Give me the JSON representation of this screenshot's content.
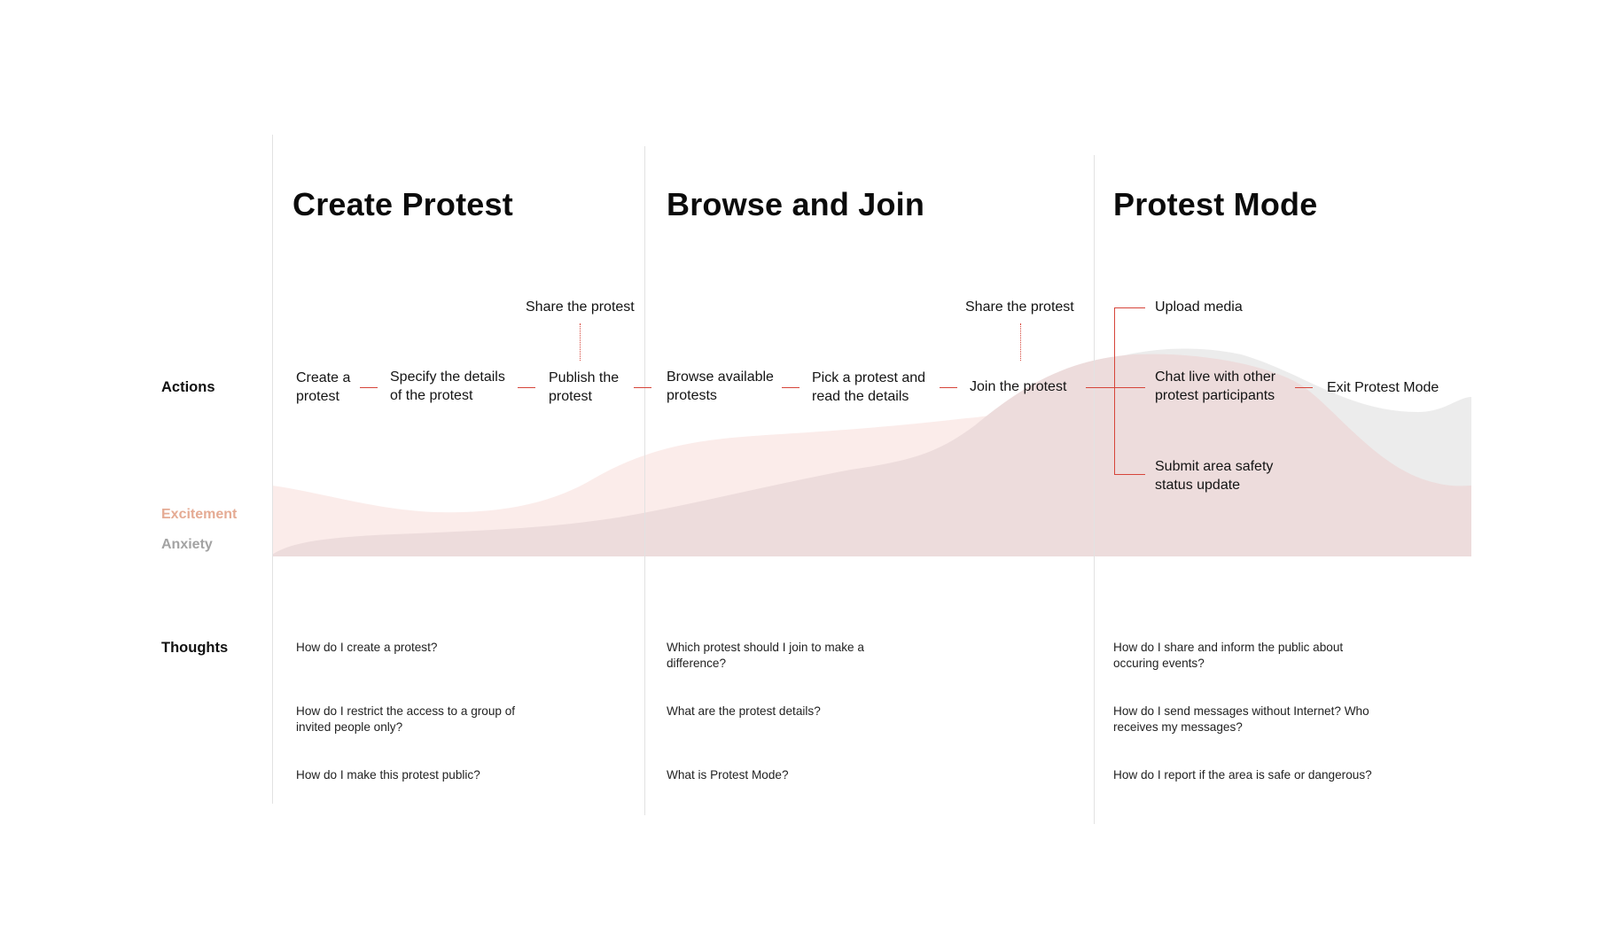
{
  "colors": {
    "excitement": "#e5ab94",
    "anxiety": "#a3a3a3",
    "accent_line": "#d6453a"
  },
  "phases": [
    {
      "title": "Create Protest"
    },
    {
      "title": "Browse and Join"
    },
    {
      "title": "Protest Mode"
    }
  ],
  "rows": {
    "actions": "Actions",
    "thoughts": "Thoughts"
  },
  "legend": {
    "excitement": "Excitement",
    "anxiety": "Anxiety"
  },
  "actions": {
    "create_protest": [
      "Create a",
      "protest"
    ],
    "specify_details": [
      "Specify the details",
      "of the protest"
    ],
    "publish": [
      "Publish the",
      "protest"
    ],
    "share_1": "Share the protest",
    "browse": [
      "Browse available",
      "protests"
    ],
    "pick": [
      "Pick a protest and",
      "read the details"
    ],
    "join": "Join the protest",
    "share_2": "Share the protest",
    "upload": "Upload media",
    "chat": [
      "Chat live with other",
      "protest participants"
    ],
    "submit": [
      "Submit area safety",
      "status update"
    ],
    "exit": "Exit Protest Mode"
  },
  "thoughts": {
    "create": [
      [
        "How do I create a protest?"
      ],
      [
        "How do I  restrict the access to a group of",
        "invited people only?"
      ],
      [
        "How do I  make this protest public?"
      ]
    ],
    "browse": [
      [
        "Which protest should I join to make a",
        "difference?"
      ],
      [
        "What are the protest details?"
      ],
      [
        "What is Protest Mode?"
      ]
    ],
    "mode": [
      [
        "How do I share and inform the public about",
        "occuring events?"
      ],
      [
        "How do I send messages without Internet? Who",
        "receives my messages?"
      ],
      [
        "How do I report if the area is safe or dangerous?"
      ]
    ]
  }
}
